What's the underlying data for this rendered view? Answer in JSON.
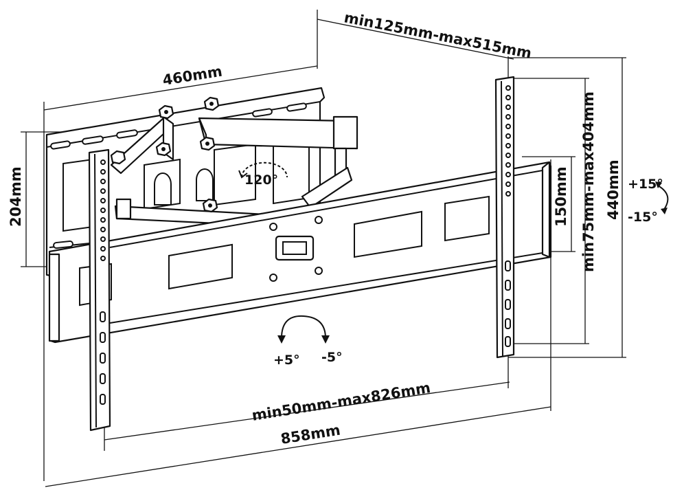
{
  "dimensions": {
    "depth": "min125mm-max515mm",
    "wall_plate_width": "460mm",
    "wall_plate_height": "204mm",
    "rail_spacing": "150mm",
    "vesa_vertical": "min75mm-max404mm",
    "total_height": "440mm",
    "vesa_horizontal": "min50mm-max826mm",
    "total_width": "858mm"
  },
  "angles": {
    "swivel": "120°",
    "tilt_up": "+5°",
    "tilt_down": "-5°",
    "rotate_plus": "+15°",
    "rotate_minus": "-15°"
  }
}
